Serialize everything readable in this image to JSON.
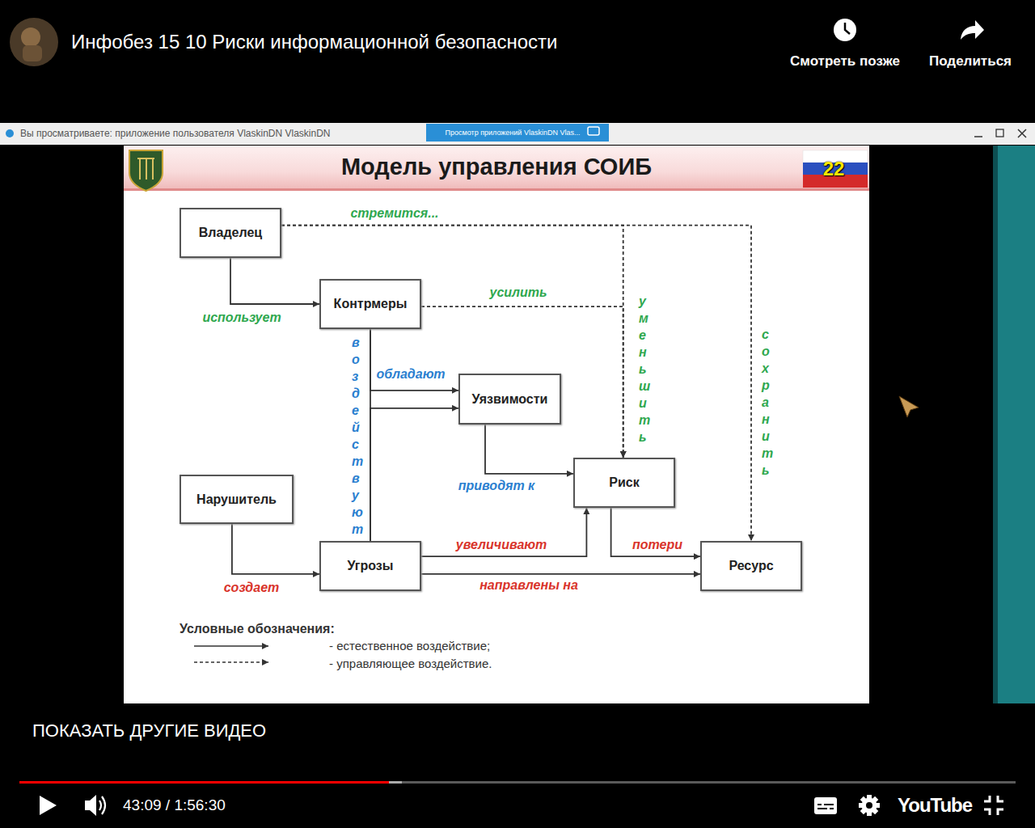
{
  "diagram": {
    "title": "Модель управления СОИБ",
    "nodes": [
      {
        "text": [
          "Владелец"
        ]
      },
      {
        "text": [
          "Контрмеры"
        ]
      },
      {
        "text": [
          "Уязвимости"
        ]
      },
      {
        "text": [
          "Риск"
        ]
      },
      {
        "text": [
          "Нарушитель"
        ]
      },
      {
        "text": [
          "Угрозы"
        ]
      },
      {
        "text": [
          "Ресурс"
        ]
      }
    ],
    "edges": [
      {
        "from": 0,
        "to": 1,
        "label": "использует",
        "arrow": "to"
      },
      {
        "from": 0,
        "to": 3,
        "label": "уменьшить",
        "arrow": "to"
      },
      {
        "from": 0,
        "to": 6,
        "label": "сохранить",
        "arrow": "to"
      },
      {
        "from": 1,
        "to": 3,
        "label": "усилить",
        "arrow": "to"
      },
      {
        "from": 1,
        "to": 2,
        "label": "обладают",
        "arrow": "to"
      },
      {
        "from": 1,
        "to": 5,
        "label": "воздействуют",
        "arrow": "none"
      },
      {
        "from": 5,
        "to": 2,
        "arrow": "to"
      },
      {
        "from": 2,
        "to": 3,
        "label": "приводят к",
        "arrow": "to"
      },
      {
        "from": 4,
        "to": 5,
        "label": "создает",
        "arrow": "to"
      },
      {
        "from": 5,
        "to": 3,
        "label": "увеличивают",
        "arrow": "to"
      },
      {
        "from": 5,
        "to": 6,
        "label": "направлены на",
        "arrow": "to"
      },
      {
        "from": 3,
        "to": 6,
        "label": "потери",
        "arrow": "to"
      }
    ],
    "labels": [
      "Инфобез 15 10 Риски информационной безопасности",
      "Смотреть позже",
      "Поделиться",
      "Вы просматриваете: приложение пользователя VlaskinDN VlaskinDN",
      "Просмотр приложений VlaskinDN Vlas...",
      "22",
      "стремится...",
      "Условные обозначения:",
      "ПОКАЗАТЬ ДРУГИЕ ВИДЕО",
      "43:09 / 1:56:30",
      "YouTube"
    ],
    "legend": [
      {
        "text": "- естественное воздействие;"
      },
      {
        "text": "- управляющее воздействие."
      }
    ]
  }
}
